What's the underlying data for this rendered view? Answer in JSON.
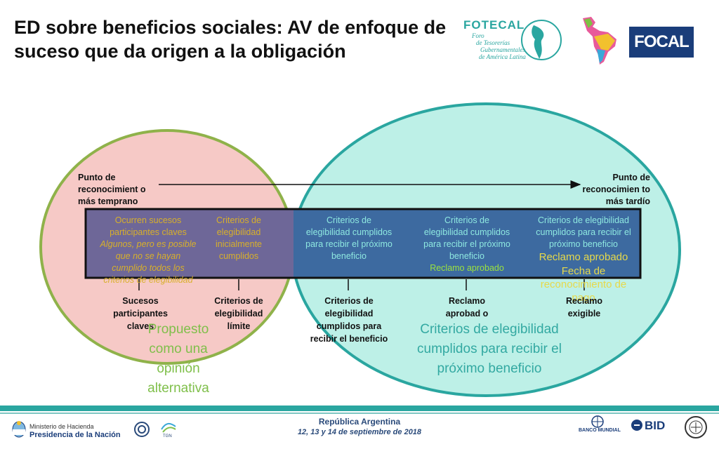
{
  "title": "ED sobre beneficios sociales: AV de enfoque de suceso que da origen a la obligación",
  "logos": {
    "fotecal_name": "FOTECAL",
    "fotecal_lines": [
      "Foro",
      "de Tesorerías",
      "Gubernamentales",
      "de América Latina"
    ],
    "focal": "FOCAL"
  },
  "timeline": {
    "start_label": "Punto de reconocimient o más temprano",
    "end_label": "Punto de reconocimien to más tardío"
  },
  "box": {
    "col1_a": "Ocurren sucesos participantes claves",
    "col1_b": "Algunos, pero es posible que no se hayan cumplido todos los criterios de elegibilidad",
    "col2": "Criterios de elegibilidad inicialmente cumplidos",
    "col3": "Criterios de elegibilidad cumplidos para recibir el próximo beneficio",
    "col4_a": "Criterios de elegibilidad cumplidos para recibir el próximo beneficio",
    "col4_b": "Reclamo aprobado",
    "col5_a": "Criterios de elegibilidad cumplidos para recibir el próximo beneficio",
    "col5_b": "Reclamo aprobado",
    "col5_c": "Fecha de reconocimiento de pago"
  },
  "below": {
    "b1": "Sucesos participantes claves",
    "b2": "Criterios de elegibilidad límite",
    "b3": "Criterios de elegibilidad cumplidos para recibir el beneficio",
    "b4": "Reclamo aprobad o",
    "b5": "Reclamo exigible"
  },
  "circle_labels": {
    "left": "Propuesto como una opinión alternativa",
    "right": "Criterios de elegibilidad cumplidos para recibir el próximo beneficio"
  },
  "footer": {
    "country": "República Argentina",
    "dates": "12, 13 y 14 de septiembre de 2018",
    "ministry_1": "Ministerio de Hacienda",
    "ministry_2": "Presidencia de la Nación",
    "tgn": "TGN",
    "bid": "BID",
    "banco_mundial": "BANCO MUNDIAL"
  },
  "colors": {
    "left_circle_fill": "#f6c9c6",
    "left_circle_stroke": "#8fb24a",
    "right_circle_fill": "#b9efe6",
    "right_circle_stroke": "#2aa6a0",
    "box_fill": "#3d6aa0",
    "box_overlap": "#6e6798"
  }
}
